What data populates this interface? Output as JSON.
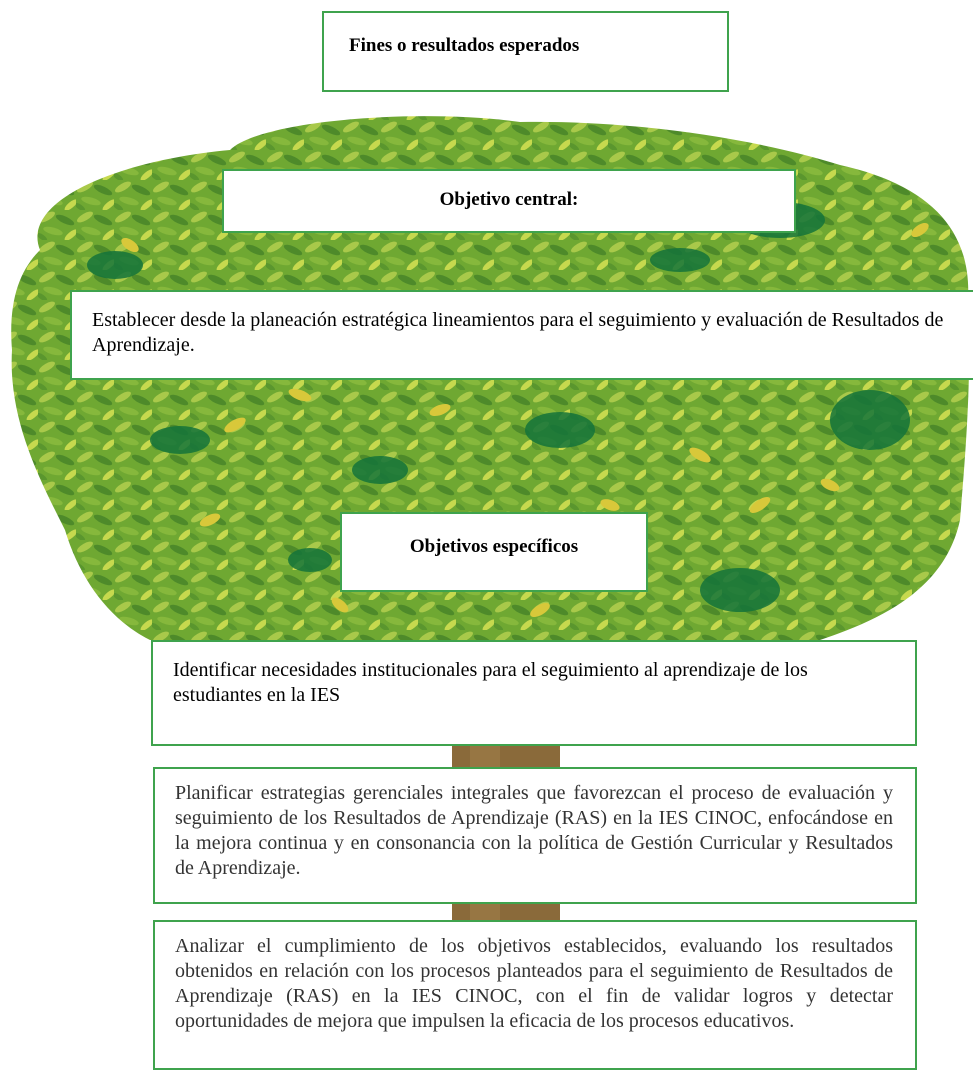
{
  "colors": {
    "foliage_dark": "#1d7a3a",
    "foliage_mid": "#5e9e2c",
    "foliage_light": "#9cc444",
    "leaf_yellow": "#d8c83a",
    "trunk": "#8a6a3a",
    "box_border": "#3fa34d"
  },
  "diagram": {
    "fines": "Fines o resultados esperados",
    "central_title": "Objetivo central:",
    "general_objective": "Establecer desde la planeación estratégica lineamientos para el seguimiento y evaluación de Resultados de Aprendizaje.",
    "specific_title": "Objetivos específicos",
    "objectives": [
      "Identificar necesidades institucionales para el seguimiento al aprendizaje de los estudiantes en la IES",
      "Planificar estrategias gerenciales integrales que favorezcan el proceso de evaluación y seguimiento de los Resultados de Aprendizaje (RAS) en la IES CINOC, enfocándose en la mejora continua y en consonancia con la política de Gestión Curricular y Resultados de Aprendizaje.",
      "Analizar el cumplimiento de los objetivos establecidos, evaluando los resultados obtenidos en relación con los procesos planteados para el seguimiento de Resultados de Aprendizaje (RAS) en la IES CINOC, con el fin de validar logros y detectar oportunidades de mejora que impulsen la eficacia de los procesos educativos."
    ]
  }
}
